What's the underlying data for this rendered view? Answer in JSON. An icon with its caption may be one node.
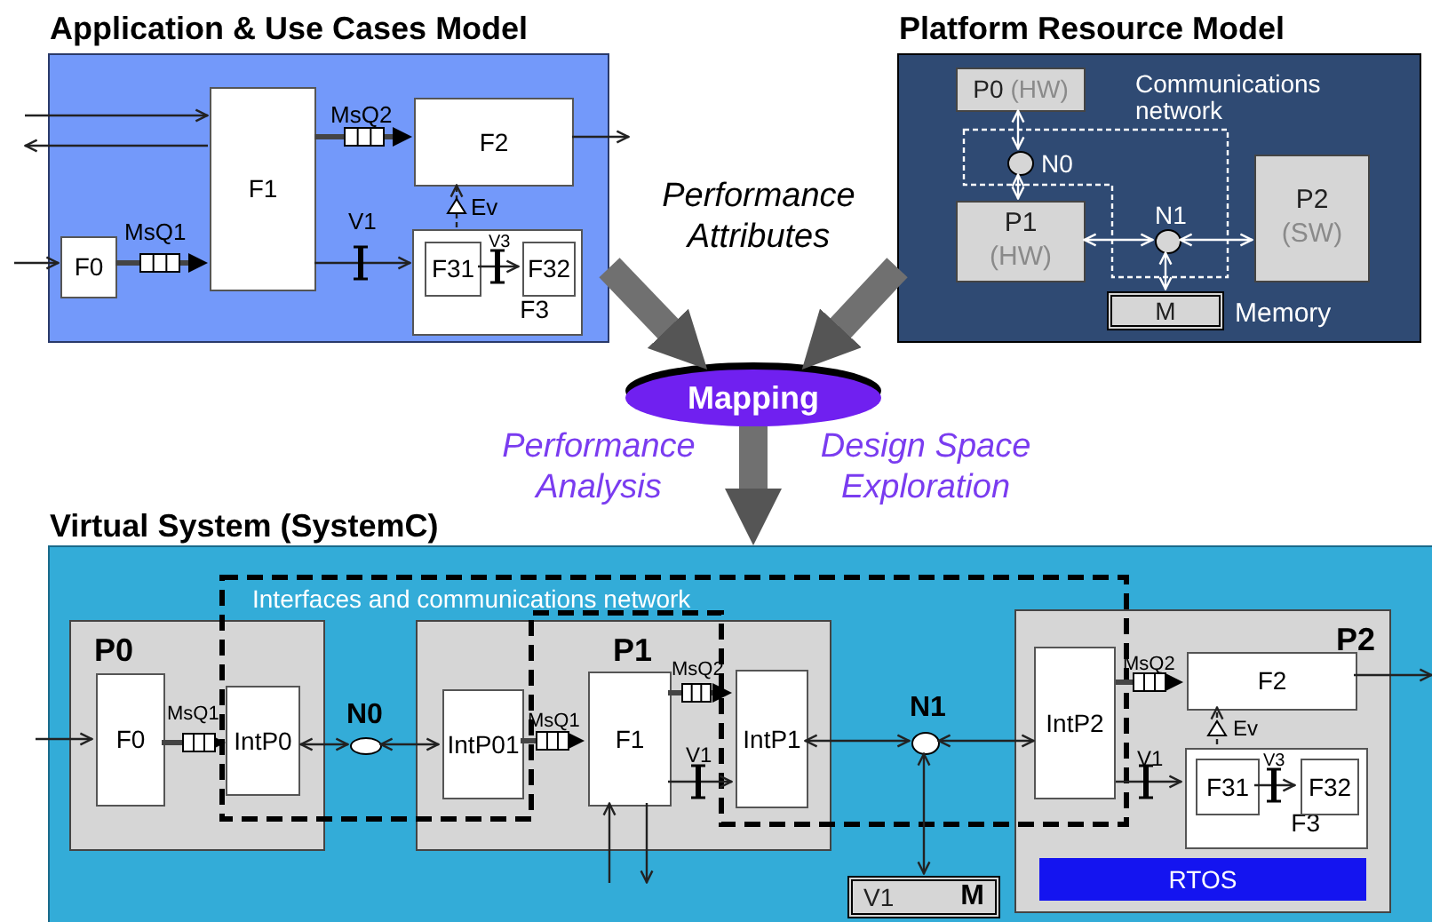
{
  "diagram": {
    "nodes": [
      {
        "text": [
          "Application & Use Cases Model"
        ]
      },
      {
        "text": [
          "F1"
        ],
        "in": 0
      },
      {
        "text": [
          "F2"
        ],
        "in": 0
      },
      {
        "text": [
          "F0"
        ],
        "in": 0
      },
      {
        "text": [
          "F3"
        ],
        "in": 0
      },
      {
        "text": [
          "F31"
        ],
        "in": 4
      },
      {
        "text": [
          "F32"
        ],
        "in": 4
      },
      {
        "text": [
          "Platform Resource Model"
        ]
      },
      {
        "text": [
          "Communications network"
        ],
        "in": 7
      },
      {
        "text": [
          "P0",
          "(HW)"
        ],
        "in": 7
      },
      {
        "text": [],
        "shape": "circle",
        "beside": [
          "N0"
        ],
        "in": 8
      },
      {
        "text": [
          "P1",
          "(HW)"
        ],
        "in": 7
      },
      {
        "text": [],
        "shape": "circle",
        "beside": [
          "N1"
        ],
        "in": 8
      },
      {
        "text": [
          "P2",
          "(SW)"
        ],
        "in": 7
      },
      {
        "text": [
          "M"
        ],
        "beside": [
          "Memory"
        ],
        "in": 7
      },
      {
        "text": [
          "Mapping"
        ]
      },
      {
        "text": [
          "Virtual System (SystemC)"
        ]
      },
      {
        "text": [
          "Interfaces and communications network"
        ],
        "in": 16
      },
      {
        "text": [
          "P0"
        ],
        "in": 16
      },
      {
        "text": [
          "F0"
        ],
        "in": 18
      },
      {
        "text": [
          "IntP0"
        ]
      },
      {
        "text": [],
        "shape": "circle",
        "beside": [
          "N0"
        ],
        "in": 17
      },
      {
        "text": [
          "P1"
        ],
        "in": 16
      },
      {
        "text": [
          "IntP01"
        ],
        "in": 22
      },
      {
        "text": [
          "F1"
        ],
        "in": 22
      },
      {
        "text": [
          "IntP1"
        ],
        "in": 22
      },
      {
        "text": [],
        "shape": "circle",
        "beside": [
          "N1"
        ],
        "in": 17
      },
      {
        "text": [
          "V1",
          "M"
        ],
        "in": 16
      },
      {
        "text": [
          "P2"
        ],
        "in": 16
      },
      {
        "text": [
          "IntP2"
        ]
      },
      {
        "text": [
          "F2"
        ],
        "in": 28
      },
      {
        "text": [
          "F3"
        ],
        "in": 28
      },
      {
        "text": [
          "F31"
        ],
        "in": 31
      },
      {
        "text": [
          "F32"
        ],
        "in": 31
      },
      {
        "text": [
          "RTOS"
        ],
        "in": 28
      }
    ],
    "edges": [
      {
        "from": null,
        "to": 1,
        "arrow": "to"
      },
      {
        "from": 1,
        "to": null,
        "arrow": "to"
      },
      {
        "from": null,
        "to": 3,
        "arrow": "to"
      },
      {
        "from": 3,
        "to": 1,
        "arrow": "to",
        "label": "MsQ1",
        "style": "thick"
      },
      {
        "from": 1,
        "to": 2,
        "arrow": "to",
        "label": "MsQ2",
        "style": "thick"
      },
      {
        "from": 1,
        "to": 4,
        "arrow": "to",
        "label": "V1"
      },
      {
        "from": 5,
        "to": 6,
        "arrow": "to",
        "label": "V3"
      },
      {
        "from": 4,
        "to": 2,
        "arrow": "to",
        "label": "Ev",
        "style": "dashed"
      },
      {
        "from": 2,
        "to": null,
        "arrow": "to"
      },
      {
        "from": 9,
        "to": 10,
        "arrow": "both",
        "color": "#ffffff"
      },
      {
        "from": 10,
        "to": 11,
        "arrow": "both",
        "color": "#ffffff"
      },
      {
        "from": 11,
        "to": 12,
        "arrow": "both",
        "color": "#ffffff"
      },
      {
        "from": 12,
        "to": 13,
        "arrow": "both",
        "color": "#ffffff"
      },
      {
        "from": 12,
        "to": 14,
        "arrow": "both",
        "color": "#ffffff"
      },
      {
        "from": 0,
        "to": 15,
        "arrow": "to",
        "style": "thick",
        "color": "#6e6e6e"
      },
      {
        "from": 7,
        "to": 15,
        "arrow": "to",
        "style": "thick",
        "color": "#6e6e6e"
      },
      {
        "from": 15,
        "to": 16,
        "arrow": "to",
        "style": "thick",
        "color": "#6e6e6e"
      },
      {
        "from": null,
        "to": 19,
        "arrow": "to"
      },
      {
        "from": 19,
        "to": 20,
        "arrow": "to",
        "label": "MsQ1",
        "style": "thick"
      },
      {
        "from": 20,
        "to": 21,
        "arrow": "both"
      },
      {
        "from": 21,
        "to": 23,
        "arrow": "both"
      },
      {
        "from": 23,
        "to": 24,
        "arrow": "to",
        "label": "MsQ1",
        "style": "thick"
      },
      {
        "from": 24,
        "to": 25,
        "arrow": "to",
        "label": "MsQ2",
        "style": "thick"
      },
      {
        "from": 24,
        "to": 25,
        "arrow": "to",
        "label": "V1"
      },
      {
        "from": 25,
        "to": 26,
        "arrow": "both"
      },
      {
        "from": 26,
        "to": 29,
        "arrow": "both"
      },
      {
        "from": 26,
        "to": 27,
        "arrow": "both"
      },
      {
        "from": null,
        "to": 24,
        "arrow": "to"
      },
      {
        "from": 24,
        "to": null,
        "arrow": "to"
      },
      {
        "from": 29,
        "to": 30,
        "arrow": "to",
        "label": "MsQ2",
        "style": "thick"
      },
      {
        "from": 29,
        "to": 31,
        "arrow": "to",
        "label": "V1"
      },
      {
        "from": 32,
        "to": 33,
        "arrow": "to",
        "label": "V3"
      },
      {
        "from": 31,
        "to": 30,
        "arrow": "to",
        "label": "Ev",
        "style": "dashed"
      },
      {
        "from": 30,
        "to": null,
        "arrow": "to"
      }
    ],
    "labels": [
      "Performance Attributes",
      "Performance Analysis",
      "Design Space Exploration"
    ]
  }
}
